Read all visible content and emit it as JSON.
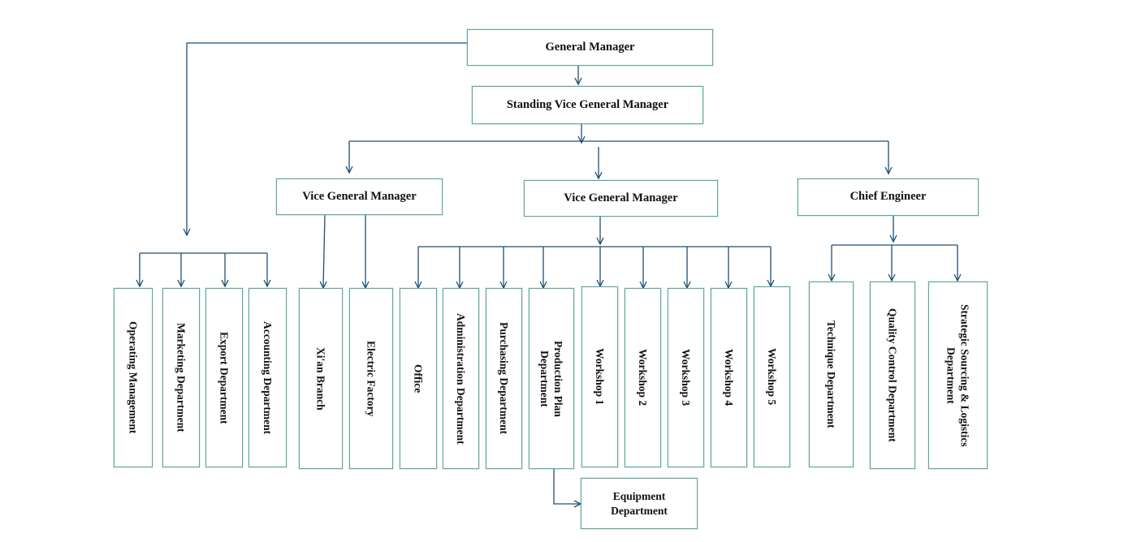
{
  "diagram": {
    "type": "organization-chart",
    "line_color": "#1f4f73",
    "box_border_color": "#5fa79c",
    "top": {
      "general_manager": "General Manager",
      "standing_vice_gm": "Standing Vice General Manager"
    },
    "middle": {
      "vice_gm_left": "Vice General Manager",
      "vice_gm_center": "Vice General Manager",
      "chief_engineer": "Chief Engineer"
    },
    "departments": {
      "operating_management": "Operating  Management",
      "marketing": "Marketing Department",
      "export": "Export Department",
      "accounting": "Accounting Department",
      "xian_branch": "Xi'an Branch",
      "electric_factory": "Electric Factory",
      "office": "Office",
      "administration": "Administration Department",
      "purchasing": "Purchasing Department",
      "production_plan_1": "Production  Plan",
      "production_plan_2": "Department",
      "workshop_1": "Workshop 1",
      "workshop_2": "Workshop  2",
      "workshop_3": "Workshop 3",
      "workshop_4": "Workshop 4",
      "workshop_5": "Workshop 5",
      "technique": "Technique Department",
      "quality_control": "Quality  Control Department",
      "sourcing_1": "Strategic Sourcing & Logistics",
      "sourcing_2": "Department"
    },
    "equipment": {
      "line1": "Equipment",
      "line2": "Department"
    }
  }
}
